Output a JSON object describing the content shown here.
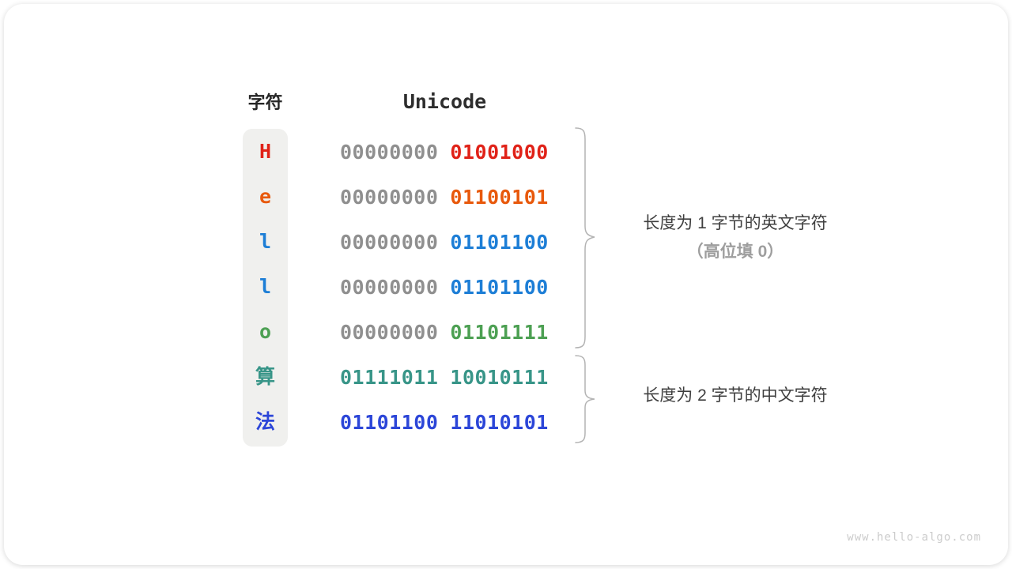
{
  "table": {
    "char_header": "字符",
    "unicode_header": "Unicode",
    "rows": [
      {
        "char": "H",
        "color": "#e02218",
        "bytes": [
          {
            "bits": "00000000",
            "color": "#8f8f8f"
          },
          {
            "bits": "01001000",
            "color": "#e02218"
          }
        ]
      },
      {
        "char": "e",
        "color": "#e8590c",
        "bytes": [
          {
            "bits": "00000000",
            "color": "#8f8f8f"
          },
          {
            "bits": "01100101",
            "color": "#e8590c"
          }
        ]
      },
      {
        "char": "l",
        "color": "#1d7ed6",
        "bytes": [
          {
            "bits": "00000000",
            "color": "#8f8f8f"
          },
          {
            "bits": "01101100",
            "color": "#1d7ed6"
          }
        ]
      },
      {
        "char": "l",
        "color": "#1d7ed6",
        "bytes": [
          {
            "bits": "00000000",
            "color": "#8f8f8f"
          },
          {
            "bits": "01101100",
            "color": "#1d7ed6"
          }
        ]
      },
      {
        "char": "o",
        "color": "#4da053",
        "bytes": [
          {
            "bits": "00000000",
            "color": "#8f8f8f"
          },
          {
            "bits": "01101111",
            "color": "#4da053"
          }
        ]
      },
      {
        "char": "算",
        "color": "#389588",
        "bytes": [
          {
            "bits": "01111011",
            "color": "#389588"
          },
          {
            "bits": "10010111",
            "color": "#389588"
          }
        ]
      },
      {
        "char": "法",
        "color": "#2c46d8",
        "bytes": [
          {
            "bits": "01101100",
            "color": "#2c46d8"
          },
          {
            "bits": "11010101",
            "color": "#2c46d8"
          }
        ]
      }
    ]
  },
  "annotations": {
    "english": {
      "line1": "长度为 1 字节的英文字符",
      "line2": "（高位填 0）"
    },
    "chinese": {
      "line1": "长度为 2 字节的中文字符"
    }
  },
  "watermark": "www.hello-algo.com",
  "colors": {
    "zero_gray": "#8f8f8f",
    "column_bg": "#f0f0ee",
    "brace": "#b3b3b3"
  }
}
